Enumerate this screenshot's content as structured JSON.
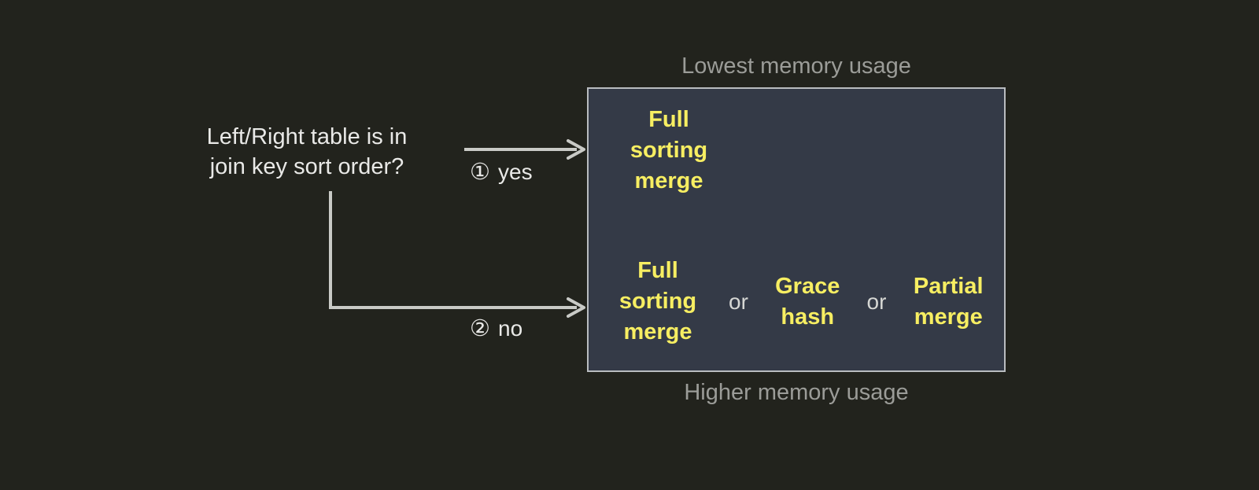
{
  "diagram": {
    "question": "Left/Right table is in\njoin key sort order?",
    "branches": [
      {
        "marker": "①",
        "label": "yes"
      },
      {
        "marker": "②",
        "label": "no"
      }
    ],
    "panel": {
      "caption_top": "Lowest memory usage",
      "caption_bottom": "Higher memory usage",
      "rows": [
        {
          "options": [
            "Full\nsorting\nmerge"
          ],
          "separator": ""
        },
        {
          "options": [
            "Full\nsorting\nmerge",
            "Grace\nhash",
            "Partial\nmerge"
          ],
          "separator": "or"
        }
      ]
    }
  },
  "colors": {
    "background": "#22231d",
    "panel_fill": "#343a47",
    "panel_border": "#b9bcc0",
    "option_text": "#f7ee62",
    "body_text": "#e9e9e7",
    "caption_text": "#9b9c98",
    "connector": "#c9cac6"
  }
}
